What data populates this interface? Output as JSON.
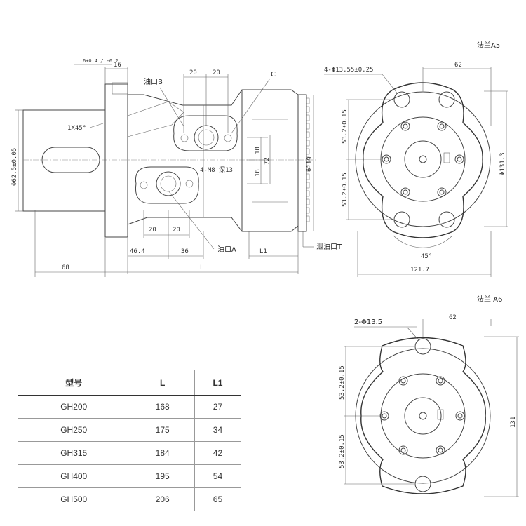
{
  "side_view": {
    "dims": {
      "top_tol": "6+0.4 / -0.2",
      "flange_w": "16",
      "port_spacing_1": "20",
      "port_spacing_2": "20",
      "chamfer": "1X45°",
      "shaft_dia": "Φ62.5±0.05",
      "spacing_a": "18",
      "spacing_b": "18",
      "height_72": "72",
      "dia_119": "Φ119",
      "thread": "4-M8  深13",
      "bottom_20a": "20",
      "bottom_20b": "20",
      "d46": "46.4",
      "d36": "36",
      "d68": "68",
      "L1": "L1",
      "L": "L"
    },
    "labels": {
      "port_b": "油口B",
      "port_c": "C",
      "port_a": "油口A",
      "drain_t": "泄油口T"
    }
  },
  "flange_a5": {
    "title": "法兰A5",
    "holes": "4-Φ13.55±0.25",
    "top_dim": "62",
    "upper_vert": "53.2±0.15",
    "lower_vert": "53.2±0.15",
    "dia": "Φ131.3",
    "angle": "45°",
    "width": "121.7"
  },
  "flange_a6": {
    "title": "法兰 A6",
    "holes": "2-Φ13.5",
    "top_dim": "62",
    "upper_vert": "53.2±0.15",
    "lower_vert": "53.2±0.15",
    "height": "131"
  },
  "table": {
    "headers": [
      "型号",
      "L",
      "L1"
    ],
    "rows": [
      [
        "GH200",
        "168",
        "27"
      ],
      [
        "GH250",
        "175",
        "34"
      ],
      [
        "GH315",
        "184",
        "42"
      ],
      [
        "GH400",
        "195",
        "54"
      ],
      [
        "GH500",
        "206",
        "65"
      ]
    ]
  }
}
